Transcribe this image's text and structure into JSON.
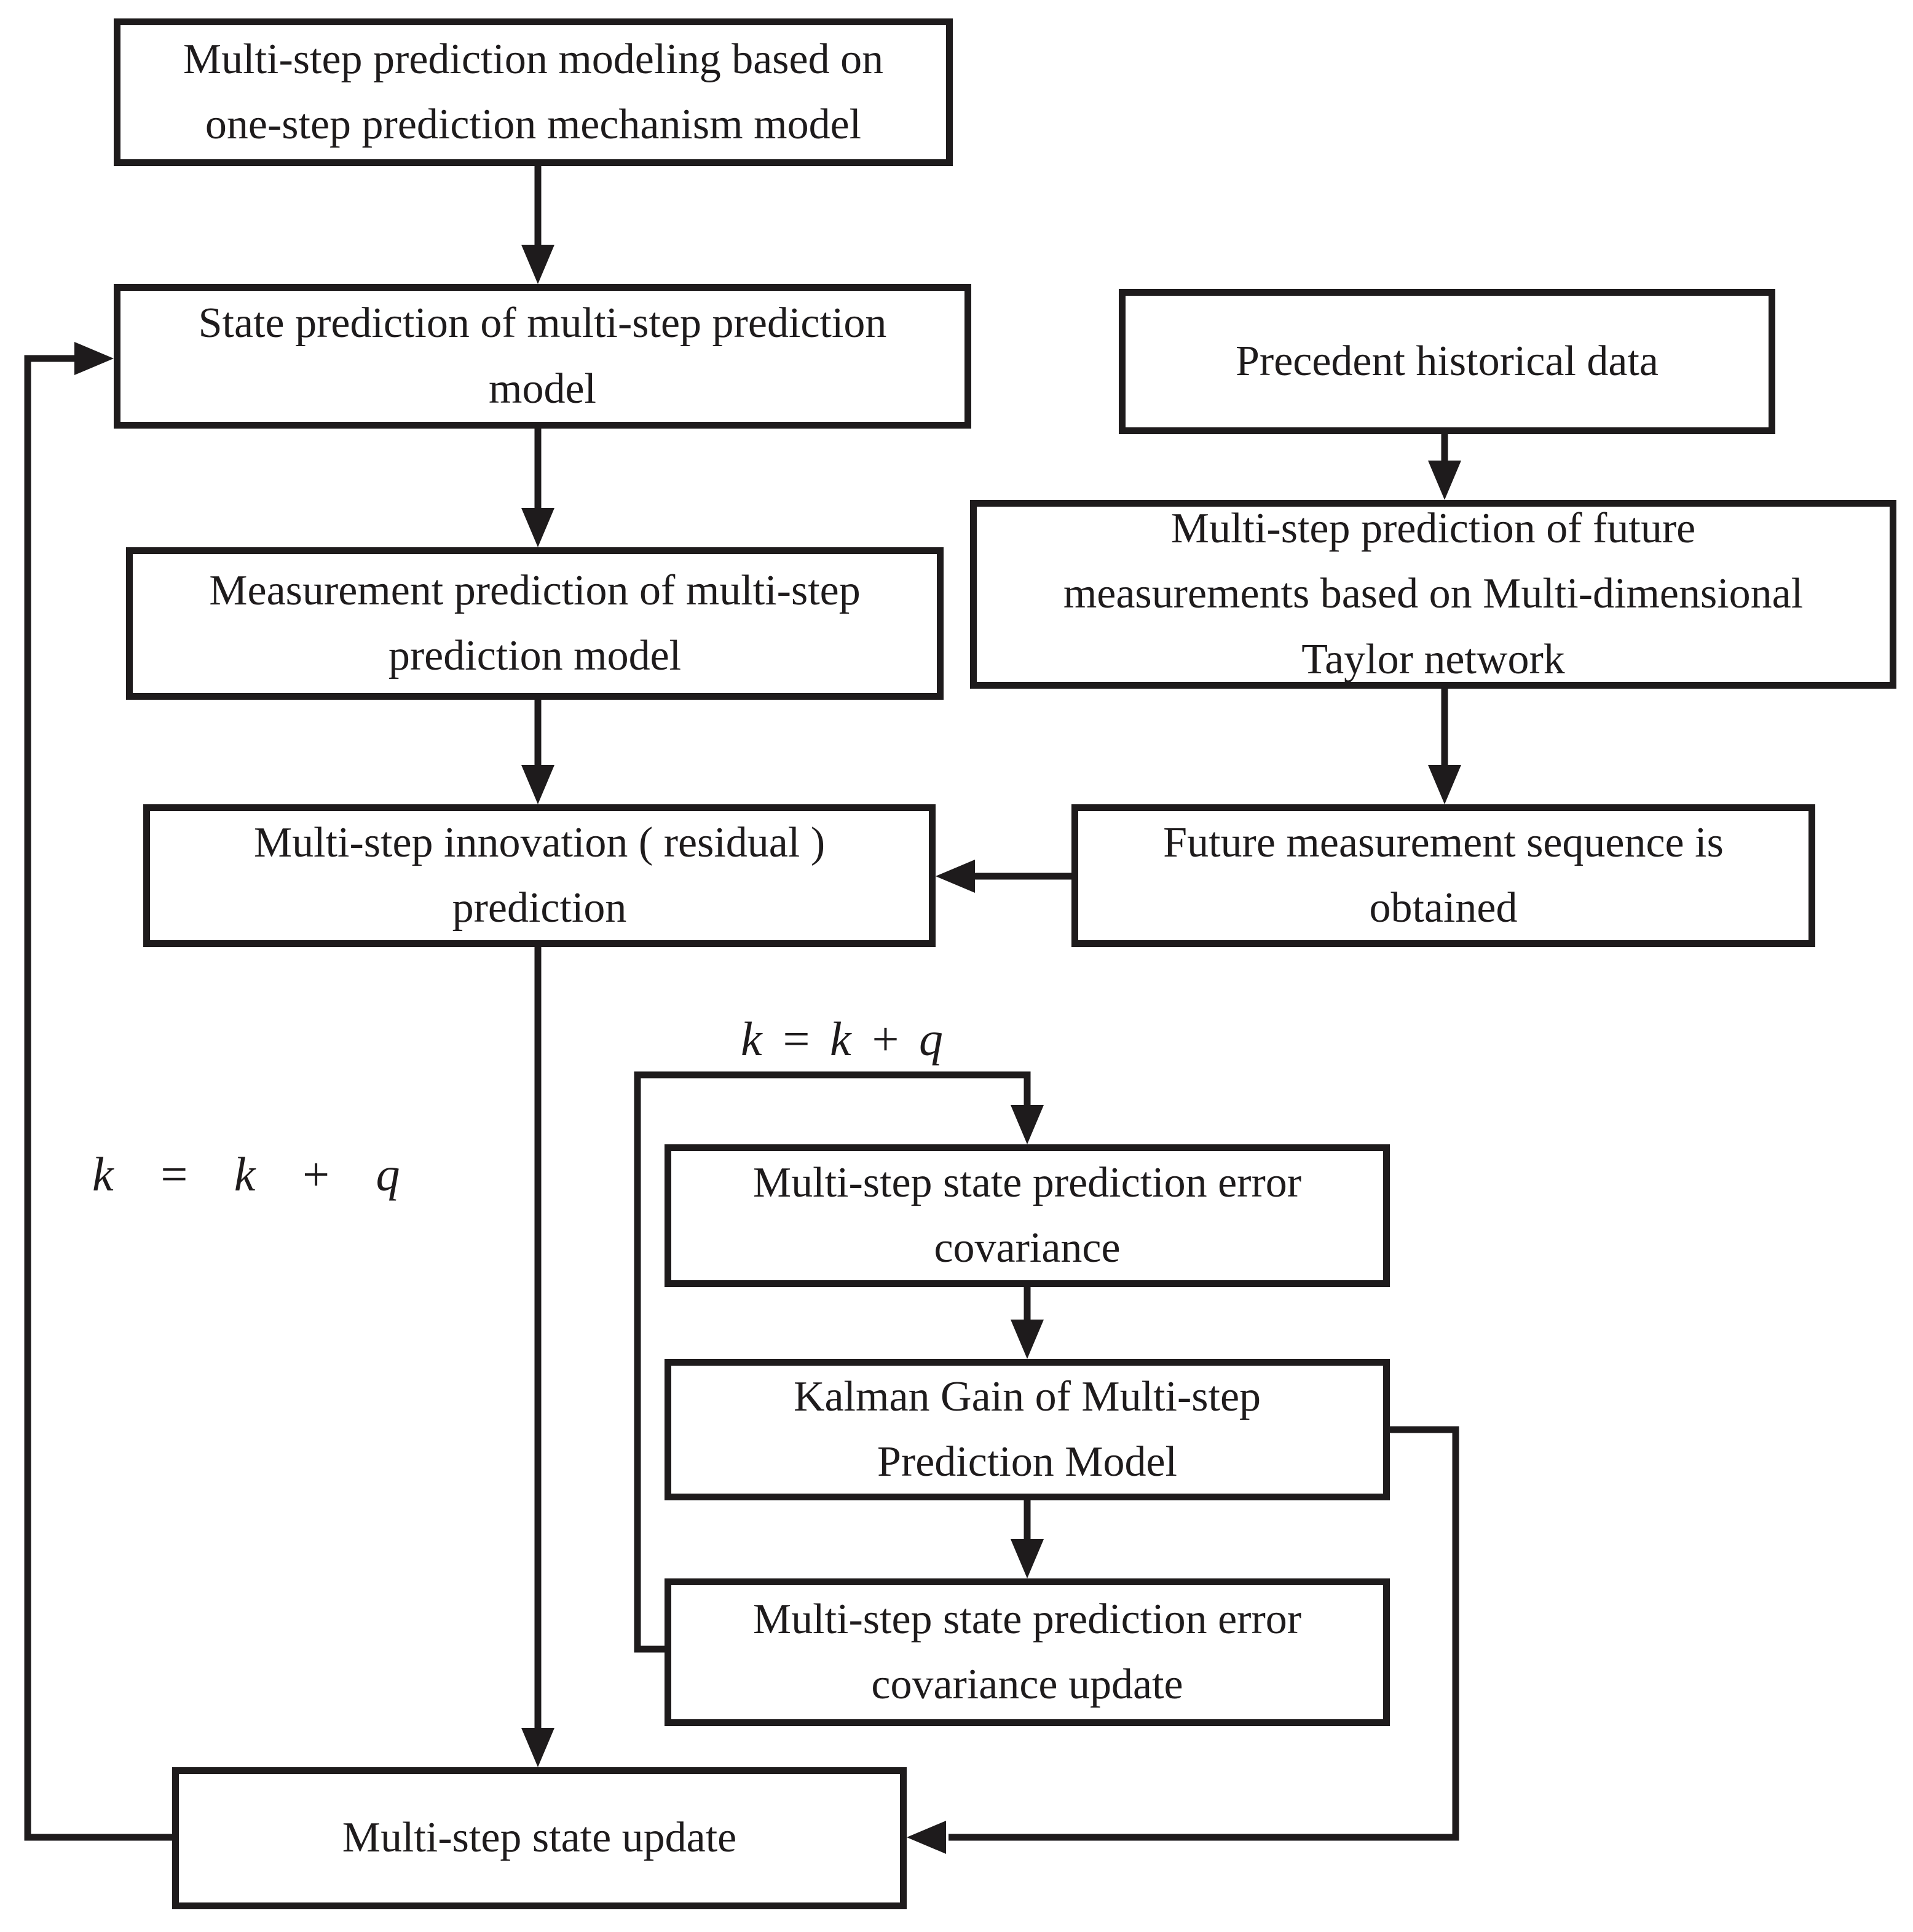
{
  "diagram": {
    "type": "flowchart",
    "colors": {
      "ink": "#1e1b1c",
      "background": "#ffffff"
    },
    "boxes": {
      "modeling": {
        "lines": [
          "Multi-step prediction modeling based on",
          "one-step prediction mechanism model"
        ]
      },
      "state_prediction": {
        "lines": [
          "State prediction of multi-step prediction",
          "model"
        ]
      },
      "measurement_prediction": {
        "lines": [
          "Measurement prediction of multi-step",
          "prediction model"
        ]
      },
      "innovation": {
        "lines": [
          "Multi-step innovation ( residual )",
          "prediction"
        ]
      },
      "historical": {
        "lines": [
          "Precedent historical data"
        ]
      },
      "mtn": {
        "lines": [
          "Multi-step prediction of future",
          "measurements based on Multi-dimensional",
          "Taylor network"
        ]
      },
      "future_sequence": {
        "lines": [
          "Future measurement sequence  is",
          "obtained"
        ]
      },
      "covariance": {
        "lines": [
          "Multi-step state prediction error",
          "covariance"
        ]
      },
      "kalman_gain": {
        "lines": [
          "Kalman Gain of Multi-step",
          "Prediction Model"
        ]
      },
      "covariance_update": {
        "lines": [
          "Multi-step state prediction error",
          "covariance update"
        ]
      },
      "state_update": {
        "lines": [
          "Multi-step state update"
        ]
      }
    },
    "annotations": {
      "loop_label_top": "k = k + q",
      "loop_label_left": "k = k + q"
    }
  }
}
